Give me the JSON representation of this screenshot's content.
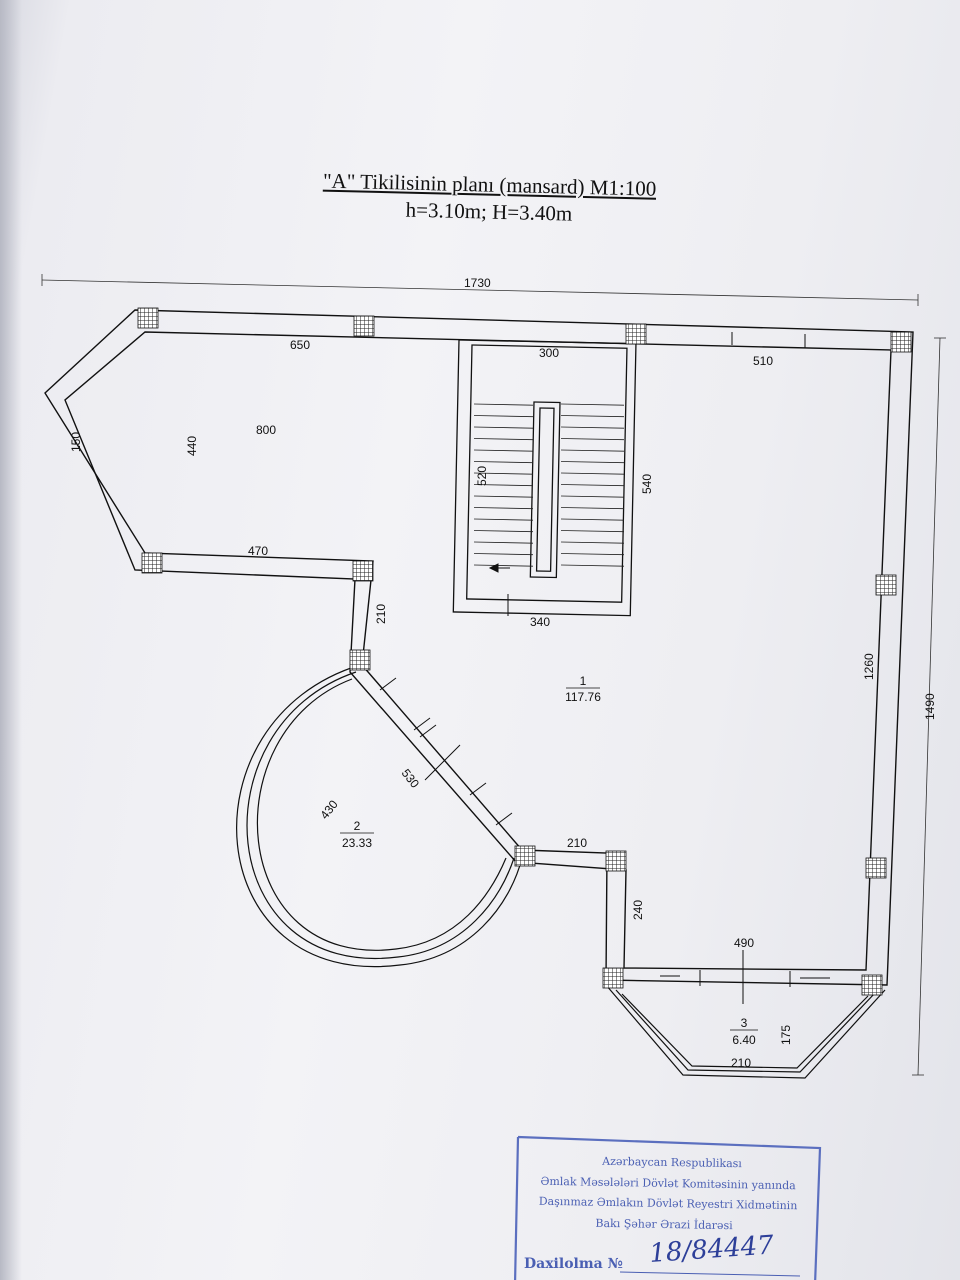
{
  "title": {
    "line1": "\"A\" Tikilisinin planı (mansard) M1:100",
    "line2": "h=3.10m; H=3.40m"
  },
  "dimensions": {
    "overall_width": "1730",
    "overall_height": "1490",
    "top_left_wall": "650",
    "stair_top": "300",
    "top_right_wall": "510",
    "left_bay": "150",
    "left_room_depth": "440",
    "left_room_width": "800",
    "stair_run": "520",
    "stair_side": "540",
    "left_lower_wall": "470",
    "left_jog": "210",
    "stair_bottom": "340",
    "right_wall": "1260",
    "diagonal_wall": "530",
    "arc_radius": "430",
    "bottom_jog_width": "210",
    "bottom_jog_height": "240",
    "bottom_wall": "490",
    "bay_depth": "175",
    "bay_bottom": "210"
  },
  "rooms": [
    {
      "number": "1",
      "area": "117.76"
    },
    {
      "number": "2",
      "area": "23.33"
    },
    {
      "number": "3",
      "area": "6.40"
    }
  ],
  "stamp": {
    "line1": "Azərbaycan Respublikası",
    "line2": "Əmlak Məsələləri Dövlət Komitəsinin yanında",
    "line3": "Daşınmaz Əmlakın Dövlət Reyestri Xidmətinin",
    "line4": "Bakı Şəhər Ərazi İdarəsi",
    "reg_label": "Daxilolma №",
    "reg_number": "18/84447"
  },
  "colors": {
    "ink": "#111111",
    "stamp": "#4a5fb3",
    "handwriting": "#2d3f99"
  }
}
